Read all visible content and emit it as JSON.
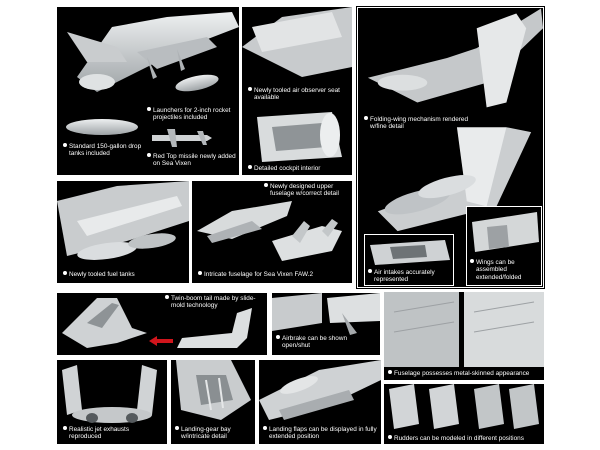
{
  "captions": {
    "launchers": "Launchers for 2-inch rocket projectiles included",
    "tanks": "Standard 150-gallon drop tanks included",
    "redtop": "Red Top missile newly added on Sea Vixen",
    "seat": "Newly tooled air observer seat available",
    "cockpit": "Detailed cockpit interior",
    "folding": "Folding-wing mechanism rendered w/fine detail",
    "fueltanks": "Newly tooled fuel tanks",
    "upperfuselage": "Newly designed upper fuselage w/correct detail",
    "intricate": "Intricate fuselage for Sea Vixen FAW.2",
    "intakes": "Air intakes accurately represented",
    "wings": "Wings can be assembled extended/folded",
    "twinboom": "Twin-boom tail made by slide-mold technology",
    "airbrake": "Airbrake can be shown open/shut",
    "skinned": "Fuselage possesses metal-skinned appearance",
    "exhausts": "Realistic jet exhausts reproduced",
    "gearbay": "Landing-gear bay w/intricate detail",
    "flaps": "Landing flaps can be displayed in fully extended position",
    "rudders": "Rudders can be modeled in different positions"
  },
  "colors": {
    "panel": "#000000",
    "plastic": "#cfd2d4",
    "caption": "#ffffff",
    "arrow": "#d0151c"
  }
}
